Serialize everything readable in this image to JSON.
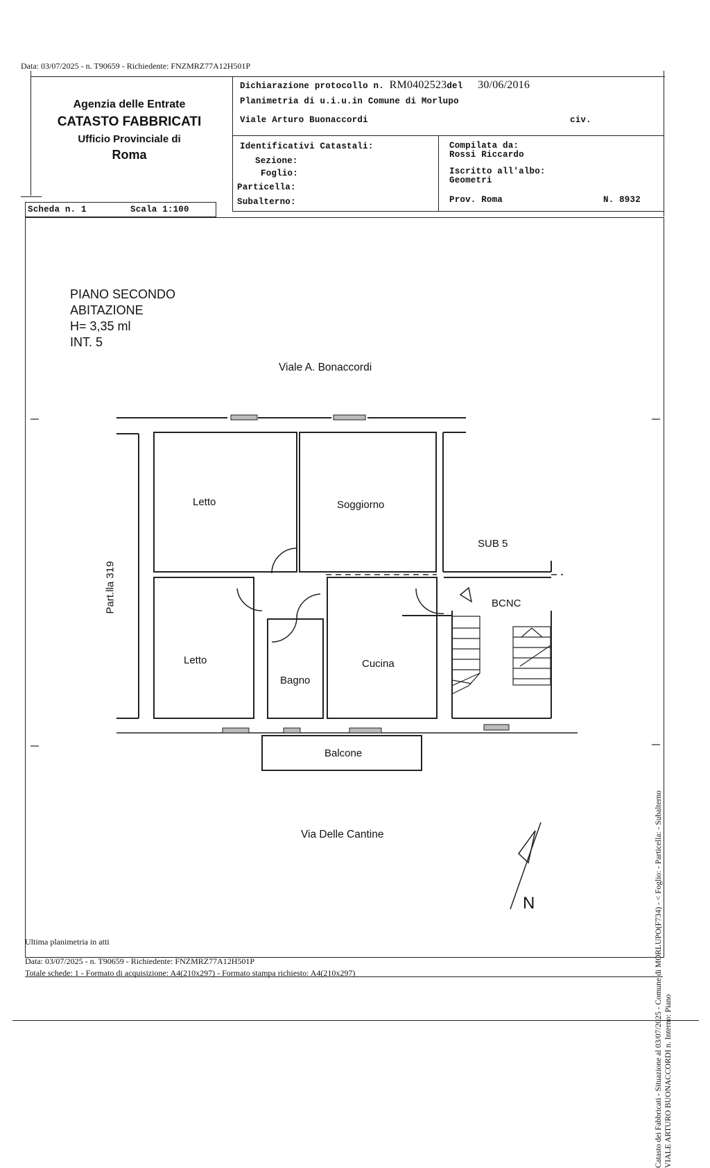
{
  "top_line": "Data: 03/07/2025 - n. T90659 - Richiedente: FNZMRZ77A12H501P",
  "agency": {
    "line1": "Agenzia delle Entrate",
    "line2": "CATASTO FABBRICATI",
    "line3": "Ufficio Provinciale di",
    "line4": "Roma"
  },
  "declaration": {
    "label": "Dichiarazione protocollo n.",
    "number": "RM0402523",
    "del_label": "del",
    "date": "30/06/2016"
  },
  "planimetria": "Planimetria di u.i.u.in Comune di Morlupo",
  "address": "Viale Arturo Buonaccordi",
  "civ": "civ.",
  "identificativi": {
    "title": "Identificativi Catastali:",
    "sezione": "Sezione:",
    "foglio": "Foglio:",
    "particella": "Particella:",
    "subalterno": "Subalterno:"
  },
  "compilata": {
    "label": "Compilata da:",
    "name": "Rossi Riccardo",
    "albo_label": "Iscritto all'albo:",
    "albo": "Geometri",
    "prov": "Prov. Roma",
    "n": "N. 8932"
  },
  "scheda": "Scheda n. 1",
  "scala": "Scala 1:100",
  "plan": {
    "title1": "PIANO SECONDO",
    "title2": "ABITAZIONE",
    "title3": "H= 3,35 ml",
    "title4": "INT. 5",
    "street_top": "Viale A. Bonaccordi",
    "street_bottom": "Via Delle Cantine",
    "side_label": "Part.lla 319",
    "north": "N",
    "rooms": {
      "letto1": "Letto",
      "soggiorno": "Soggiorno",
      "sub5": "SUB 5",
      "bcnc": "BCNC",
      "letto2": "Letto",
      "bagno": "Bagno",
      "cucina": "Cucina",
      "balcone": "Balcone"
    }
  },
  "side_text": {
    "line1": "Catasto dei Fabbricati - Situazione al 03/07/2025 - Comune di MORLUPO(F734) - < Foglio:  - Particella:  - Subalterno",
    "line2": "VIALE ARTURO BUONACCORDI n.   Interno:  Piano"
  },
  "footer": {
    "ultima": "Ultima planimetria in atti",
    "data": "Data: 03/07/2025 - n. T90659 - Richiedente: FNZMRZ77A12H501P",
    "totale": "Totale schede: 1 - Formato di acquisizione: A4(210x297) - Formato stampa richiesto: A4(210x297)"
  }
}
